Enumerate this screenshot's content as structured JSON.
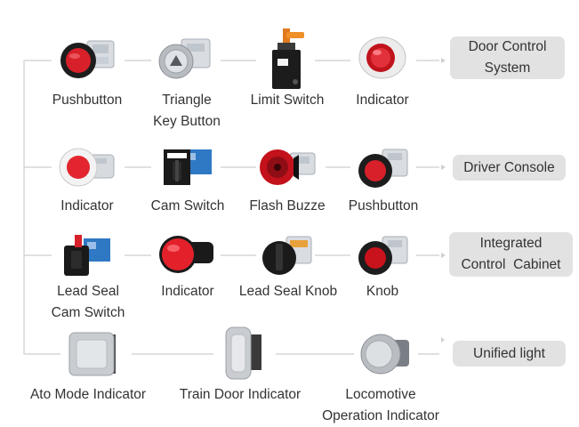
{
  "rows": [
    {
      "items": [
        {
          "label": "Pushbutton",
          "icon": "red-pushbutton-icon"
        },
        {
          "label": "Triangle\nKey Button",
          "icon": "triangle-key-button-icon"
        },
        {
          "label": "Limit Switch",
          "icon": "limit-switch-icon"
        },
        {
          "label": "Indicator",
          "icon": "red-dome-indicator-icon"
        }
      ],
      "target": "Door Control\nSystem"
    },
    {
      "items": [
        {
          "label": "Indicator",
          "icon": "red-flat-indicator-icon"
        },
        {
          "label": "Cam Switch",
          "icon": "cam-switch-icon"
        },
        {
          "label": "Flash Buzze",
          "icon": "flash-buzzer-icon"
        },
        {
          "label": "Pushbutton",
          "icon": "red-pushbutton-icon"
        }
      ],
      "target": "Driver Console"
    },
    {
      "items": [
        {
          "label": "Lead Seal\nCam Switch",
          "icon": "lead-seal-cam-switch-icon"
        },
        {
          "label": "Indicator",
          "icon": "red-round-indicator-icon"
        },
        {
          "label": "Lead Seal Knob",
          "icon": "lead-seal-knob-icon"
        },
        {
          "label": "Knob",
          "icon": "red-knob-icon"
        }
      ],
      "target": "Integrated\nControl  Cabinet"
    },
    {
      "items": [
        {
          "label": "Ato Mode Indicator",
          "icon": "ato-mode-indicator-icon"
        },
        {
          "label": "Train Door Indicator",
          "icon": "train-door-indicator-icon"
        },
        {
          "label": "Locomotive\nOperation Indicator",
          "icon": "locomotive-operation-indicator-icon"
        }
      ],
      "target": "Unified light"
    }
  ],
  "colors": {
    "line": "#d6d6d6",
    "box": "#e2e2e2",
    "red": "#d8202a",
    "text": "#333333"
  }
}
